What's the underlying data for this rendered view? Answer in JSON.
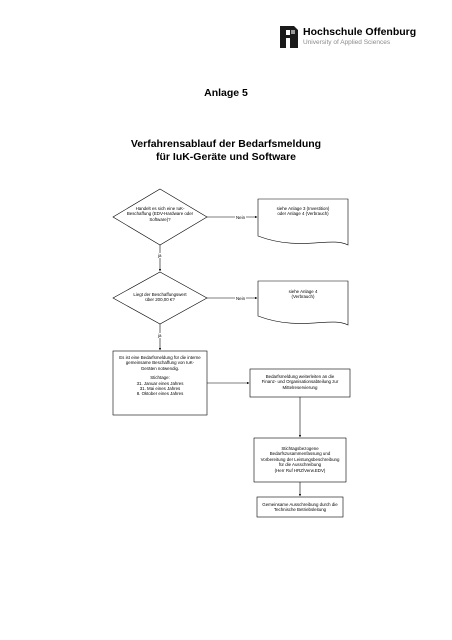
{
  "logo": {
    "name": "Hochschule Offenburg",
    "subtitle": "University of Applied Sciences"
  },
  "annex": "Anlage 5",
  "title": {
    "line1": "Verfahrensablauf der Bedarfsmeldung",
    "line2": "für IuK-Geräte und Software"
  },
  "flow": {
    "decision1": [
      "Handelt es sich eine IuK-",
      "Beschaffung (EDV-Hardware oder",
      "Software)?"
    ],
    "decision1_no_label": "Nein",
    "doc1": [
      "siehe Anlage 3 (Investition)",
      "oder Anlage 4 (Verbrauch)"
    ],
    "yes1_label": "ja",
    "decision2": [
      "Liegt der Beschaffungswert",
      "über 200,00 €?"
    ],
    "decision2_no_label": "Nein",
    "doc2": [
      "siehe Anlage 4",
      "(Verbrauch)"
    ],
    "yes2_label": "ja",
    "box1": {
      "text": [
        "Es ist eine Bedarfsmeldung für die interne",
        "gemeinsame Beschaffung von IuK-",
        "Geräten notwendig."
      ],
      "dates_heading": "Stichtage:",
      "dates": [
        "31. Januar eines Jahres",
        "31. Mai eines Jahres",
        "8. Oktober eines Jahres"
      ]
    },
    "box2": [
      "Bedarfsmeldung weiterleiten an die",
      "Finanz- und Organisationsabteilung  zur",
      "Mittelreservierung"
    ],
    "box3": [
      "Stichtagsbezogene",
      "Bedarfszusammenfassung und",
      "Vorbereitung der Leistungsbeschreibung",
      "für die Ausschreibung",
      "(Herr Ruf HRZ/Verw.EDV)"
    ],
    "box4": [
      "Gemeinsame Ausschreibung durch die",
      "Technische Betriebsleitung"
    ]
  }
}
